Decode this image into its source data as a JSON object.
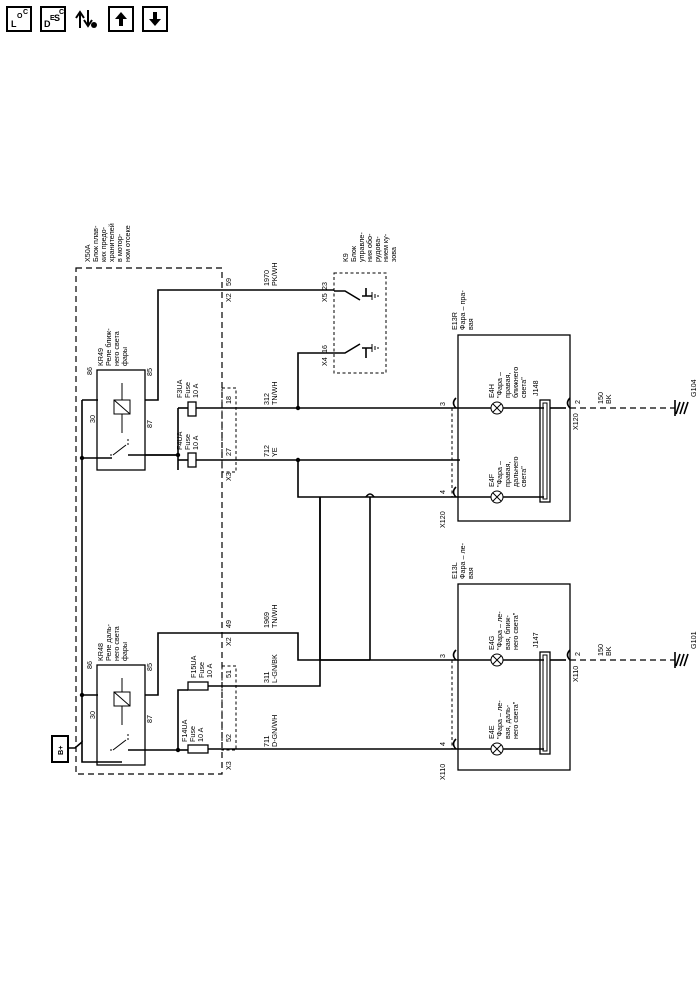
{
  "toolbar": {
    "loc": {
      "big": "L",
      "small1": "O",
      "small2": "C"
    },
    "desc": {
      "big1": "D",
      "small1": "E",
      "mid": "S",
      "small2": "C"
    }
  },
  "diagram": {
    "x50a": {
      "id": "X50A",
      "desc": [
        "Блок плав-",
        "ких предо-",
        "хранителей",
        "в мотор-",
        "ном отсеке"
      ]
    },
    "k9": {
      "id": "K9",
      "desc": [
        "Блок",
        "управле-",
        "ния обо-",
        "рудова-",
        "нием ку-",
        "зова"
      ],
      "pins": {
        "x5": "X5",
        "x5_pin": "23",
        "x4": "X4",
        "x4_pin": "16"
      }
    },
    "kr49": {
      "id": "KR49",
      "desc": [
        "Реле ближ-",
        "него света",
        "фары"
      ],
      "pins": [
        "86",
        "85",
        "30",
        "87"
      ]
    },
    "kr48": {
      "id": "KR48",
      "desc": [
        "Реле даль-",
        "него света",
        "фары"
      ],
      "pins": [
        "86",
        "85",
        "30",
        "87"
      ]
    },
    "fuses": [
      {
        "id": "F3UA",
        "type": "Fuse",
        "rating": "10 A"
      },
      {
        "id": "F4UA",
        "type": "Fuse",
        "rating": "10 A"
      },
      {
        "id": "F15UA",
        "type": "Fuse",
        "rating": "10 A"
      },
      {
        "id": "F14UA",
        "type": "Fuse",
        "rating": "10 A"
      }
    ],
    "connectors": {
      "x2": "X2",
      "x3": "X3",
      "x2_top_pin": "59",
      "f3_pin": "18",
      "f4_pin": "27",
      "x2_bottom_pin": "49",
      "f15_pin": "51",
      "f14_pin": "52"
    },
    "wires": [
      {
        "circuit": "1970",
        "color": "PK/WH"
      },
      {
        "circuit": "312",
        "color": "TN/WH"
      },
      {
        "circuit": "712",
        "color": "YE"
      },
      {
        "circuit": "1969",
        "color": "TN/WH"
      },
      {
        "circuit": "311",
        "color": "L-GN/BK"
      },
      {
        "circuit": "711",
        "color": "D-GN/WH"
      }
    ],
    "battery": "B+",
    "e13r": {
      "id": "E13R",
      "desc": [
        "Фара – пра-",
        "вая"
      ]
    },
    "e13l": {
      "id": "E13L",
      "desc": [
        "Фара – ле-",
        "вая"
      ]
    },
    "lamps": [
      {
        "id": "E4H",
        "desc": [
          "\"Фара –",
          "правая,",
          "ближнего",
          "света\""
        ]
      },
      {
        "id": "E4F",
        "desc": [
          "\"Фара –",
          "правая,",
          "дальнего",
          "света\""
        ]
      },
      {
        "id": "E4G",
        "desc": [
          "\"Фара – ле-",
          "вая, ближ-",
          "него света\""
        ]
      },
      {
        "id": "E4E",
        "desc": [
          "\"Фара – ле-",
          "вая, даль-",
          "него света\""
        ]
      }
    ],
    "headlamp_connectors": {
      "x120_top": "X120",
      "x120_left": "X120",
      "x110_top": "X110",
      "x110_left": "X110",
      "pin3": "3",
      "pin4": "4",
      "pin2": "2"
    },
    "splices": {
      "right": "J148",
      "left": "J147"
    },
    "grounds": [
      {
        "wire": "150",
        "color": "BK",
        "id": "G104"
      },
      {
        "wire": "150",
        "color": "BK",
        "id": "G101"
      }
    ]
  }
}
